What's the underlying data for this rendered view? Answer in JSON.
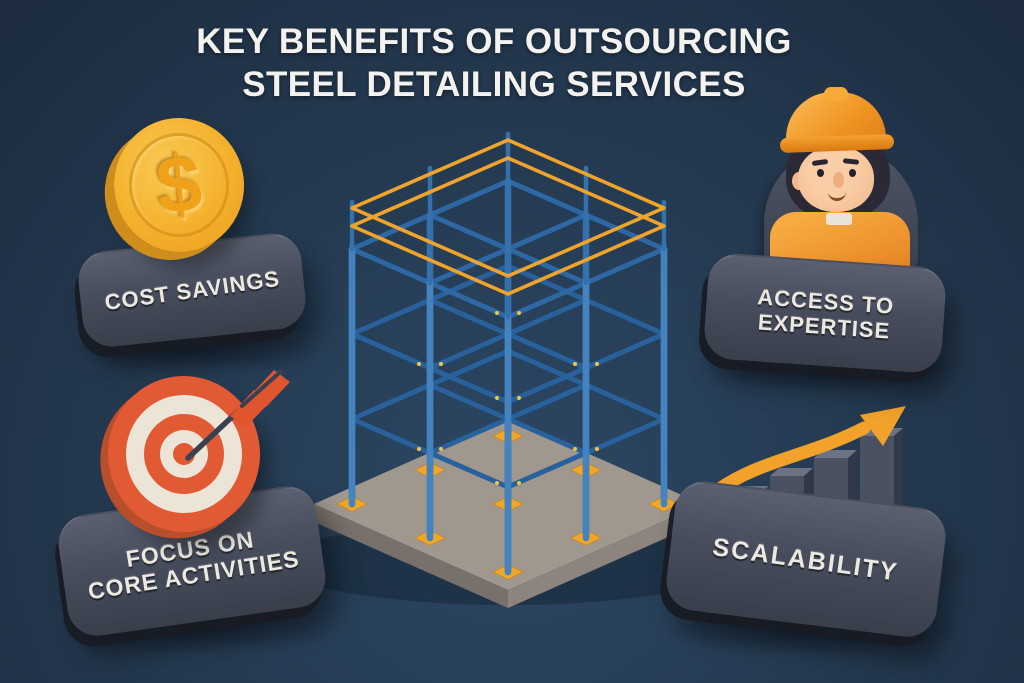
{
  "title": {
    "line1": "KEY BENEFITS OF OUTSOURCING",
    "line2": "STEEL DETAILING SERVICES"
  },
  "benefits": {
    "cost_savings": {
      "label": "COST SAVINGS",
      "symbol": "$",
      "icon": "dollar-coin-icon"
    },
    "access_expertise": {
      "line1": "ACCESS TO",
      "line2": "EXPERTISE",
      "icon": "construction-worker-icon"
    },
    "focus_core": {
      "line1": "FOCUS ON",
      "line2": "CORE ACTIVITIES",
      "icon": "target-with-dart-icon"
    },
    "scalability": {
      "label": "SCALABILITY",
      "icon": "rising-bar-chart-arrow-icon"
    }
  },
  "center": {
    "illustration": "blue-steel-frame-structure-on-concrete-slab"
  },
  "colors": {
    "background_top": "#1d2c3f",
    "background_bottom": "#2b4560",
    "badge_slate": "#474d5c",
    "accent_orange": "#f2a42a",
    "steel_blue": "#2f6ea9",
    "target_red": "#e15a34",
    "coin_gold": "#f4b02c",
    "text_cream": "#ece9e1",
    "title_white": "#f3f2ee",
    "slab_gray": "#a0978f"
  }
}
